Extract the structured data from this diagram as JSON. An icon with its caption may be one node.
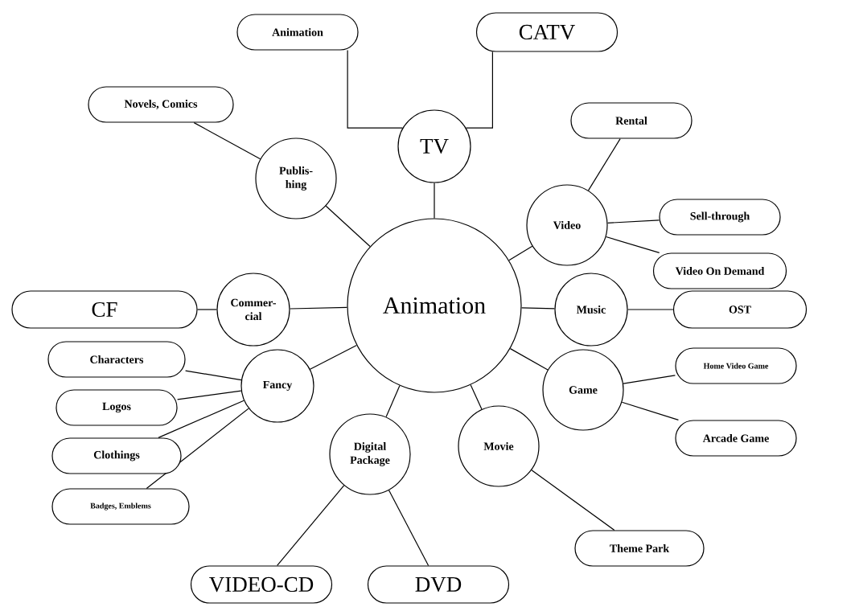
{
  "diagram": {
    "nodes": [
      {
        "text": [
          "Animation"
        ]
      },
      {
        "text": [
          "TV"
        ]
      },
      {
        "text": [
          "Animation"
        ]
      },
      {
        "text": [
          "CATV"
        ]
      },
      {
        "text": [
          "Publis- hing"
        ]
      },
      {
        "text": [
          "Novels, Comics"
        ]
      },
      {
        "text": [
          "Video"
        ]
      },
      {
        "text": [
          "Rental"
        ]
      },
      {
        "text": [
          "Sell-through"
        ]
      },
      {
        "text": [
          "Video On Demand"
        ]
      },
      {
        "text": [
          "Commer- cial"
        ]
      },
      {
        "text": [
          "CF"
        ]
      },
      {
        "text": [
          "Music"
        ]
      },
      {
        "text": [
          "OST"
        ]
      },
      {
        "text": [
          "Fancy"
        ]
      },
      {
        "text": [
          "Characters"
        ]
      },
      {
        "text": [
          "Logos"
        ]
      },
      {
        "text": [
          "Clothings"
        ]
      },
      {
        "text": [
          "Badges, Emblems"
        ]
      },
      {
        "text": [
          "Game"
        ]
      },
      {
        "text": [
          "Home Video Game"
        ]
      },
      {
        "text": [
          "Arcade Game"
        ]
      },
      {
        "text": [
          "Digital Package"
        ]
      },
      {
        "text": [
          "VIDEO-CD"
        ]
      },
      {
        "text": [
          "DVD"
        ]
      },
      {
        "text": [
          "Movie"
        ]
      },
      {
        "text": [
          "Theme Park"
        ]
      }
    ],
    "edges": [
      {
        "from": 0,
        "to": 1,
        "arrow": "none"
      },
      {
        "from": 2,
        "to": 1,
        "arrow": "none"
      },
      {
        "from": 3,
        "to": 1,
        "arrow": "none"
      },
      {
        "from": 0,
        "to": 4,
        "arrow": "none"
      },
      {
        "from": 4,
        "to": 5,
        "arrow": "none"
      },
      {
        "from": 0,
        "to": 6,
        "arrow": "none"
      },
      {
        "from": 6,
        "to": 7,
        "arrow": "none"
      },
      {
        "from": 6,
        "to": 8,
        "arrow": "none"
      },
      {
        "from": 6,
        "to": 9,
        "arrow": "none"
      },
      {
        "from": 0,
        "to": 10,
        "arrow": "none"
      },
      {
        "from": 10,
        "to": 11,
        "arrow": "none"
      },
      {
        "from": 0,
        "to": 12,
        "arrow": "none"
      },
      {
        "from": 12,
        "to": 13,
        "arrow": "none"
      },
      {
        "from": 0,
        "to": 14,
        "arrow": "none"
      },
      {
        "from": 14,
        "to": 15,
        "arrow": "none"
      },
      {
        "from": 14,
        "to": 16,
        "arrow": "none"
      },
      {
        "from": 14,
        "to": 17,
        "arrow": "none"
      },
      {
        "from": 14,
        "to": 18,
        "arrow": "none"
      },
      {
        "from": 0,
        "to": 19,
        "arrow": "none"
      },
      {
        "from": 19,
        "to": 20,
        "arrow": "none"
      },
      {
        "from": 19,
        "to": 21,
        "arrow": "none"
      },
      {
        "from": 0,
        "to": 22,
        "arrow": "none"
      },
      {
        "from": 22,
        "to": 23,
        "arrow": "none"
      },
      {
        "from": 22,
        "to": 24,
        "arrow": "none"
      },
      {
        "from": 0,
        "to": 25,
        "arrow": "none"
      },
      {
        "from": 25,
        "to": 26,
        "arrow": "none"
      }
    ]
  }
}
